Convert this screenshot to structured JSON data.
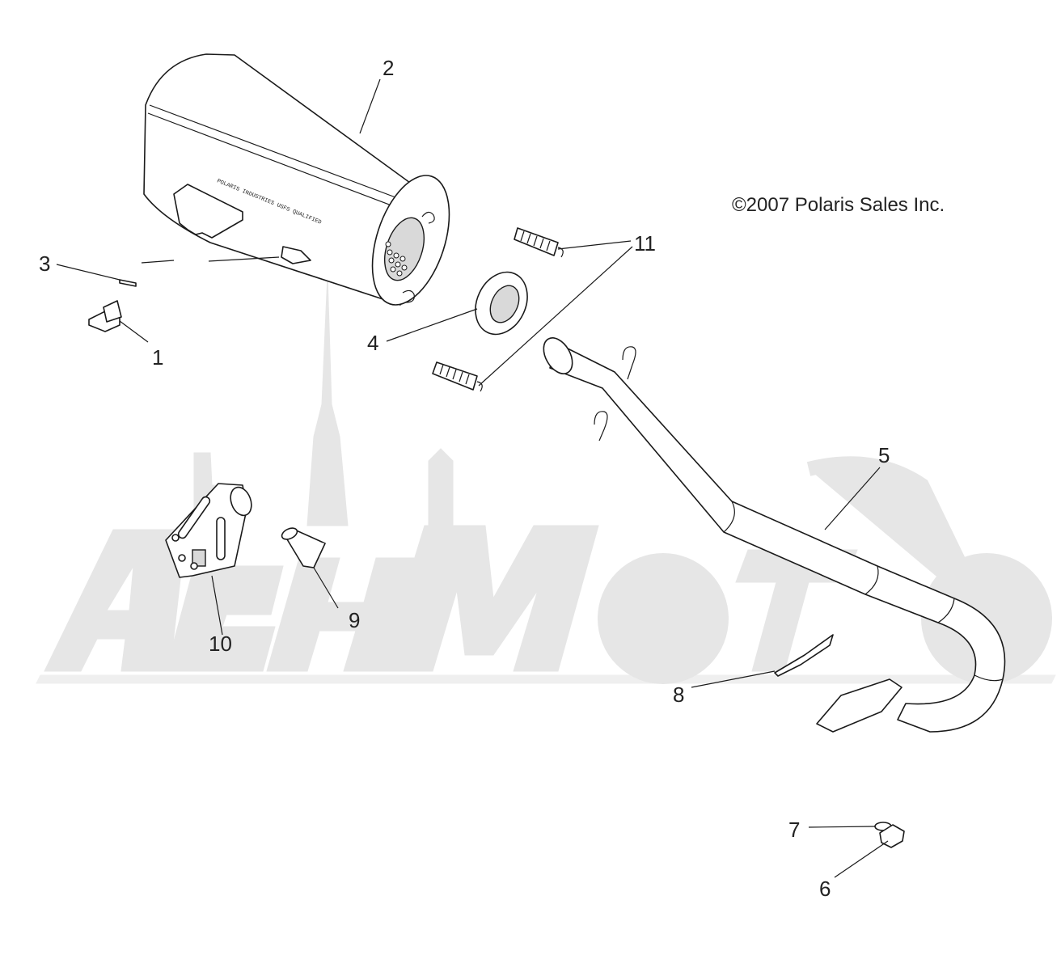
{
  "copyright": "©2007 Polaris Sales Inc.",
  "watermark": "AeHMoTo",
  "callouts": [
    "1",
    "2",
    "3",
    "4",
    "5",
    "6",
    "7",
    "8",
    "9",
    "10",
    "11"
  ],
  "muffler_text": "POLARIS INDUSTRIES USFS QUALIFIED"
}
